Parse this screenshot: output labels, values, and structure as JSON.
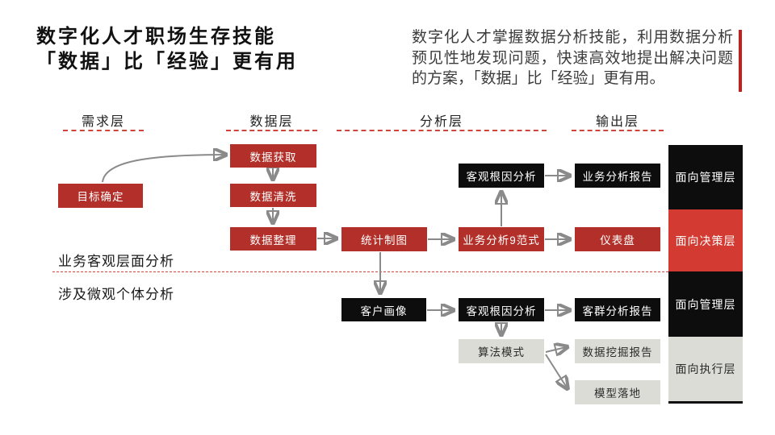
{
  "header": {
    "title_line1": "数字化人才职场生存技能",
    "title_line2": "「数据」比「经验」更有用",
    "intro_text": "数字化人才掌握数据分析技能，利用数据分析预见性地发现问题，快速高效地提出解决问题的方案，「数据」比「经验」更有用。"
  },
  "layers": {
    "demand": "需求层",
    "data": "数据层",
    "analysis": "分析层",
    "output": "输出层"
  },
  "sections": {
    "macro_label": "业务客观层面分析",
    "micro_label": "涉及微观个体分析"
  },
  "nodes": {
    "goal": "目标确定",
    "data_acquire": "数据获取",
    "data_clean": "数据清洗",
    "data_organize": "数据整理",
    "stat_chart": "统计制图",
    "analysis_paradigm": "业务分析9范式",
    "root_cause_upper": "客观根因分析",
    "business_report": "业务分析报告",
    "dashboard": "仪表盘",
    "customer_profile": "客户画像",
    "root_cause_lower": "客观根因分析",
    "customer_group_report": "客群分析报告",
    "algorithm_model": "算法模式",
    "data_mining_report": "数据挖掘报告",
    "model_landing": "模型落地"
  },
  "audiences": {
    "management_upper": "面向管理层",
    "decision": "面向决策层",
    "management_lower": "面向管理层",
    "execution": "面向执行层"
  },
  "colors": {
    "box_red": "#b23029",
    "box_black": "#0d0d0d",
    "box_gray": "#dcdcd7",
    "audience_red": "#d33b32",
    "accent_red": "#c41f1a",
    "dashed_red": "#d0453b",
    "arrow_gray": "#8a8a8a"
  }
}
